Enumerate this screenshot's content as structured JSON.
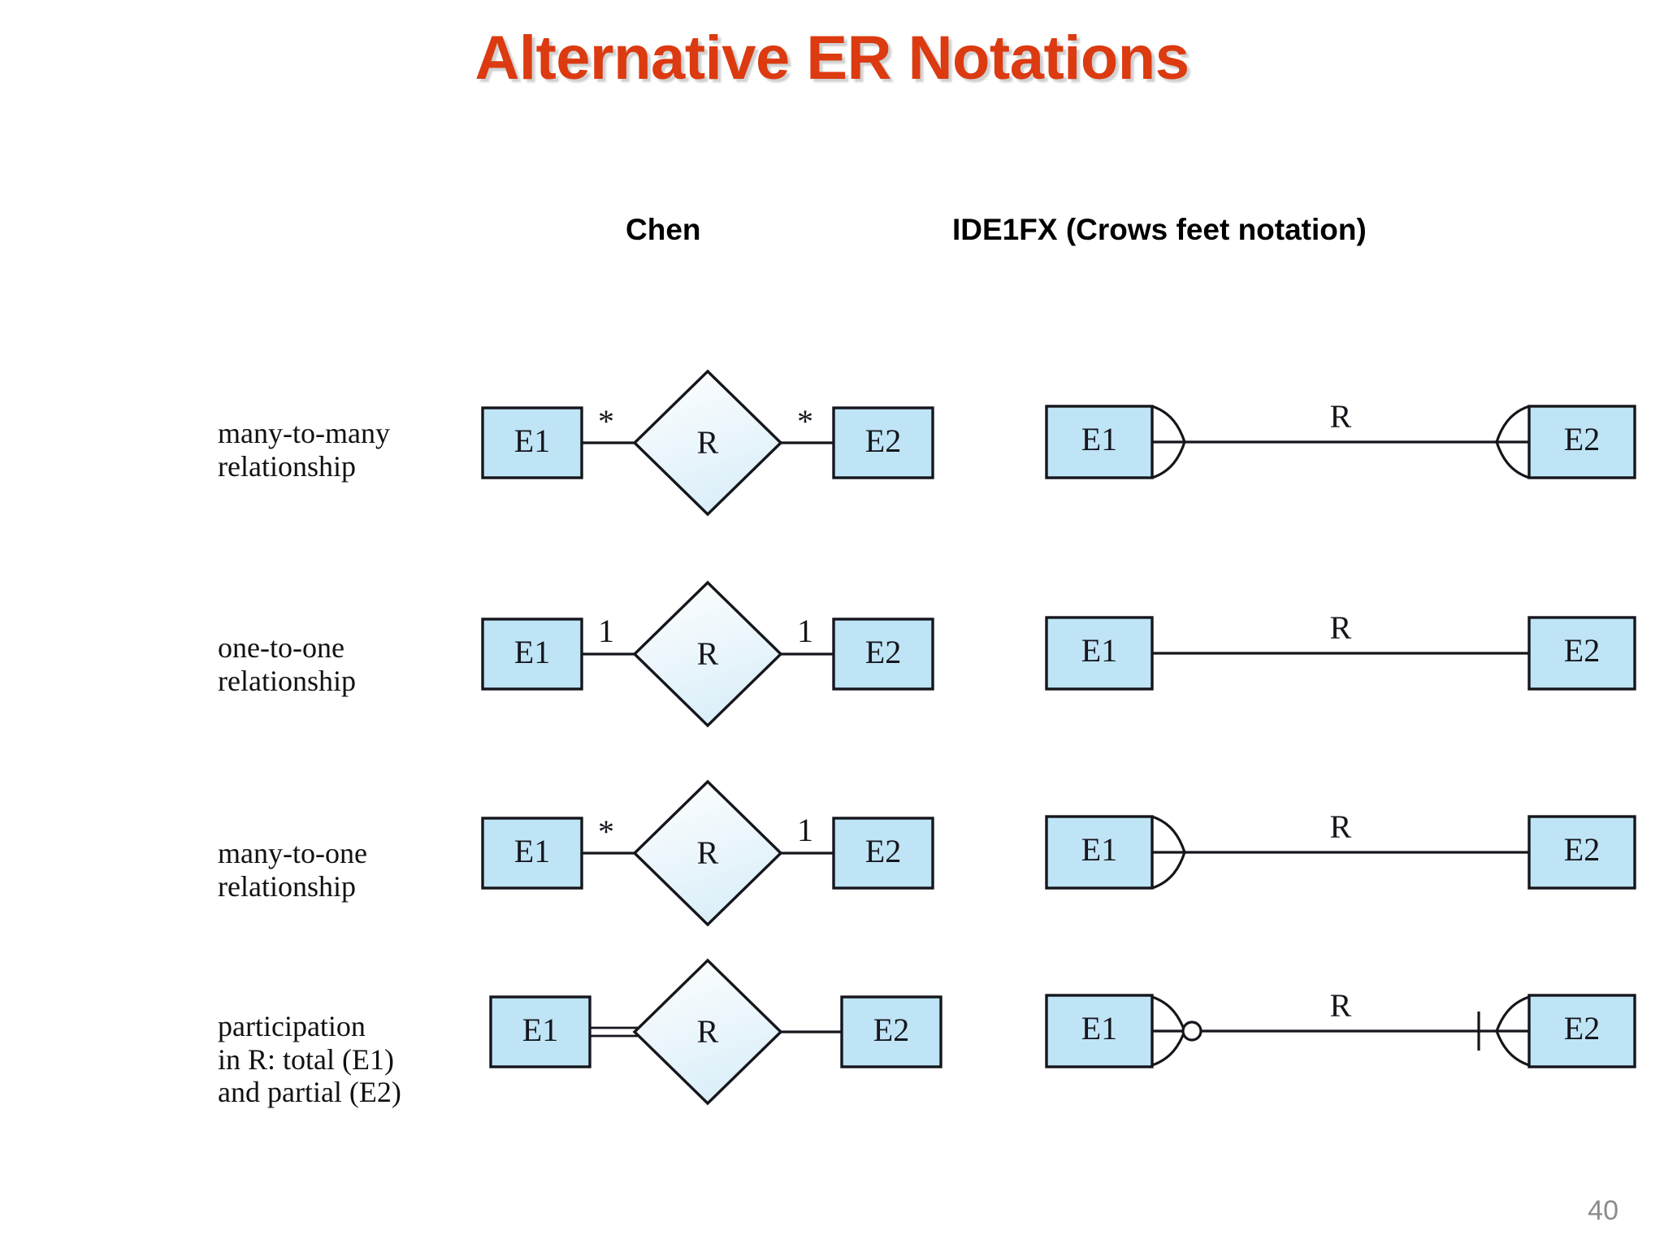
{
  "slide": {
    "title": "Alternative ER Notations",
    "title_color": "#DC3A10",
    "page_number": "40",
    "background": "#FFFFFF"
  },
  "headers": {
    "chen": "Chen",
    "ide1fx": "IDE1FX (Crows feet notation)"
  },
  "palette": {
    "entity_fill": "#BFE4F5",
    "diamond_fill": "#ECF7FC",
    "stroke": "#15161C",
    "page_number_color": "#8C8C8C"
  },
  "rows": [
    {
      "label_line1": "many-to-many",
      "label_line2": "relationship",
      "label_line3": "",
      "chen": {
        "left_entity": "E1",
        "relationship": "R",
        "right_entity": "E2",
        "left_cardinality": "*",
        "right_cardinality": "*",
        "left_line": "single",
        "right_line": "single"
      },
      "ide1fx": {
        "left_entity": "E1",
        "relationship": "R",
        "right_entity": "E2",
        "left_marker": "crows-foot",
        "right_marker": "crows-foot"
      }
    },
    {
      "label_line1": "one-to-one",
      "label_line2": "relationship",
      "label_line3": "",
      "chen": {
        "left_entity": "E1",
        "relationship": "R",
        "right_entity": "E2",
        "left_cardinality": "1",
        "right_cardinality": "1",
        "left_line": "single",
        "right_line": "single"
      },
      "ide1fx": {
        "left_entity": "E1",
        "relationship": "R",
        "right_entity": "E2",
        "left_marker": "plain",
        "right_marker": "plain"
      }
    },
    {
      "label_line1": "many-to-one",
      "label_line2": "relationship",
      "label_line3": "",
      "chen": {
        "left_entity": "E1",
        "relationship": "R",
        "right_entity": "E2",
        "left_cardinality": "*",
        "right_cardinality": "1",
        "left_line": "single",
        "right_line": "single"
      },
      "ide1fx": {
        "left_entity": "E1",
        "relationship": "R",
        "right_entity": "E2",
        "left_marker": "crows-foot",
        "right_marker": "plain"
      }
    },
    {
      "label_line1": "participation",
      "label_line2": "in R: total (E1)",
      "label_line3": "and partial (E2)",
      "chen": {
        "left_entity": "E1",
        "relationship": "R",
        "right_entity": "E2",
        "left_cardinality": "",
        "right_cardinality": "",
        "left_line": "double",
        "right_line": "single"
      },
      "ide1fx": {
        "left_entity": "E1",
        "relationship": "R",
        "right_entity": "E2",
        "left_marker": "crows-foot-optional",
        "right_marker": "crows-foot-mandatory"
      }
    }
  ]
}
